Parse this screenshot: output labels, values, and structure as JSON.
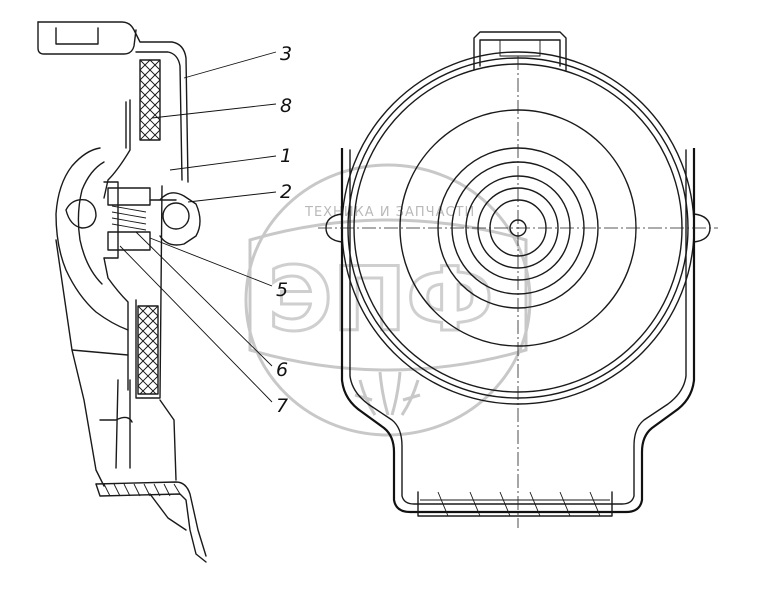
{
  "callouts": [
    {
      "id": "c3",
      "label": "3"
    },
    {
      "id": "c8",
      "label": "8"
    },
    {
      "id": "c1",
      "label": "1"
    },
    {
      "id": "c2",
      "label": "2"
    },
    {
      "id": "c5",
      "label": "5"
    },
    {
      "id": "c6",
      "label": "6"
    },
    {
      "id": "c7",
      "label": "7"
    }
  ],
  "watermark": {
    "top_text": "ТЕХНИКА И ЗАПЧАСТИ",
    "letters": "ЭПФ"
  }
}
